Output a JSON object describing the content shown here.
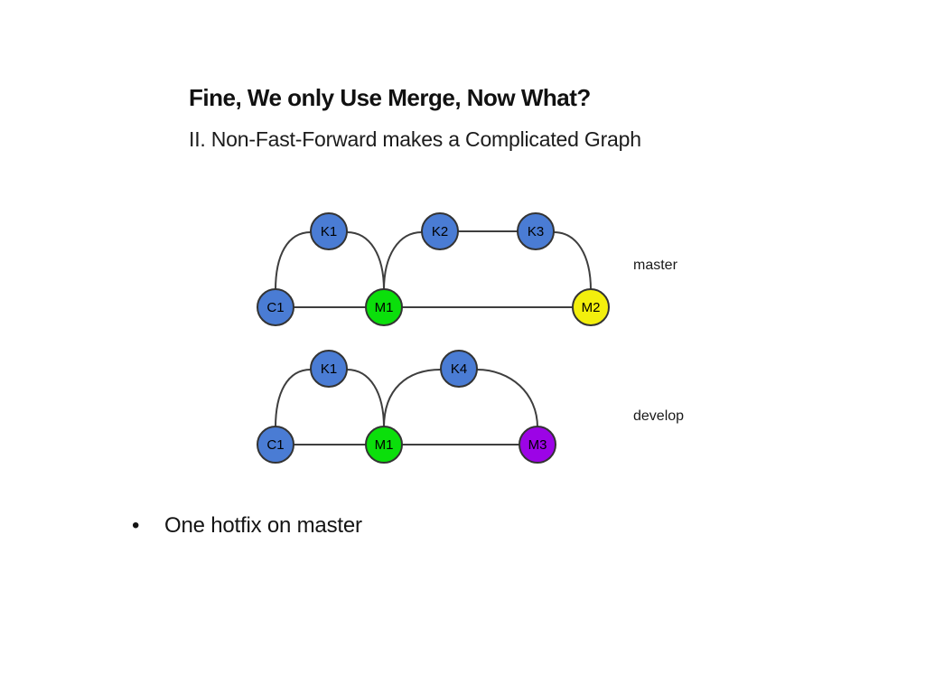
{
  "slide": {
    "title": "Fine, We only Use Merge, Now What?",
    "subtitle": "II. Non-Fast-Forward makes a Complicated Graph",
    "bullet_glyph": "•",
    "bullet_text": "One hotfix on master"
  },
  "colors": {
    "background": "#ffffff",
    "text": "#141414",
    "edge_stroke": "#3e3e3e",
    "node_border": "#333333",
    "node_blue": "#4a7cd4",
    "node_green": "#0bdf0b",
    "node_yellow": "#f3ef0d",
    "node_purple": "#9c04e6"
  },
  "graphs": {
    "master": {
      "branch_label": "master",
      "nodes": [
        {
          "label": "C1",
          "color": "#4a7cd4"
        },
        {
          "label": "K1",
          "color": "#4a7cd4"
        },
        {
          "label": "M1",
          "color": "#0bdf0b"
        },
        {
          "label": "K2",
          "color": "#4a7cd4"
        },
        {
          "label": "K3",
          "color": "#4a7cd4"
        },
        {
          "label": "M2",
          "color": "#f3ef0d"
        }
      ]
    },
    "develop": {
      "branch_label": "develop",
      "nodes": [
        {
          "label": "C1",
          "color": "#4a7cd4"
        },
        {
          "label": "K1",
          "color": "#4a7cd4"
        },
        {
          "label": "M1",
          "color": "#0bdf0b"
        },
        {
          "label": "K4",
          "color": "#4a7cd4"
        },
        {
          "label": "M3",
          "color": "#9c04e6"
        }
      ]
    }
  }
}
